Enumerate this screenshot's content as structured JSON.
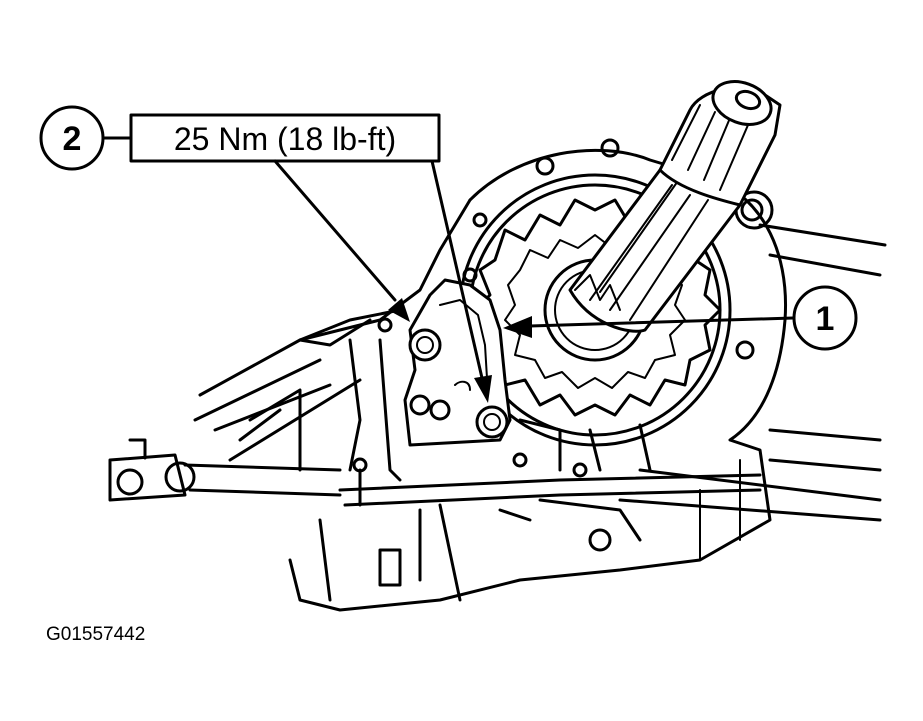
{
  "callouts": [
    {
      "number": "1"
    },
    {
      "number": "2"
    }
  ],
  "torque_label": "25 Nm (18 lb-ft)",
  "figure_id": "G01557442",
  "colors": {
    "line": "#000000",
    "background": "#ffffff"
  }
}
